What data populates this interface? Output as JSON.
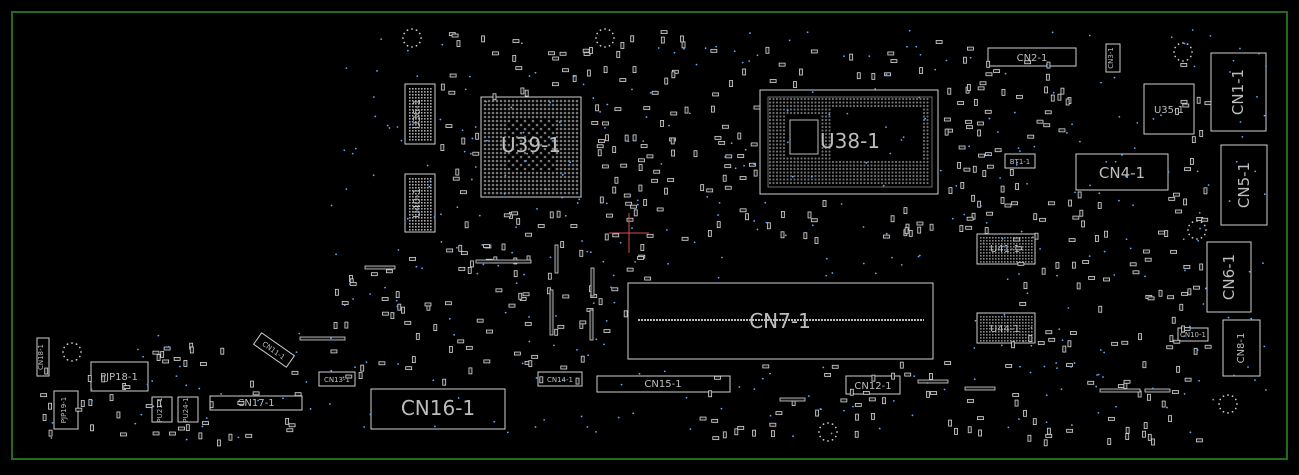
{
  "labels": {
    "U39": "U39-1",
    "U38": "U38-1",
    "U36": "U36-1",
    "U40": "U40-1",
    "U35": "U35-1",
    "U41": "U41-1",
    "U44": "U44-1",
    "CN1": "CN1-1",
    "CN2": "CN2-1",
    "CN3": "CN3-1",
    "CN4": "CN4-1",
    "CN5": "CN5-1",
    "CN6": "CN6-1",
    "CN7": "CN7-1",
    "CN8": "CN8-1",
    "CN10": "CN10-1",
    "CN11": "CN11-1",
    "CN12": "CN12-1",
    "CN13": "CN13-1",
    "CN14": "CN14-1",
    "CN15": "CN15-1",
    "CN16": "CN16-1",
    "CN17": "CN17-1",
    "CN18": "CN18-1",
    "BT1": "BT1-1",
    "PJP18": "PJP18-1",
    "PJP19": "PJP19-1",
    "PU21": "PU21-1",
    "PU24": "PU24-1"
  },
  "colors": {
    "background": "#000000",
    "board_outline": "#1f6b1f",
    "silkscreen": "#cfcfcf",
    "via": "#5fa8ff",
    "cursor": "#d05050"
  }
}
